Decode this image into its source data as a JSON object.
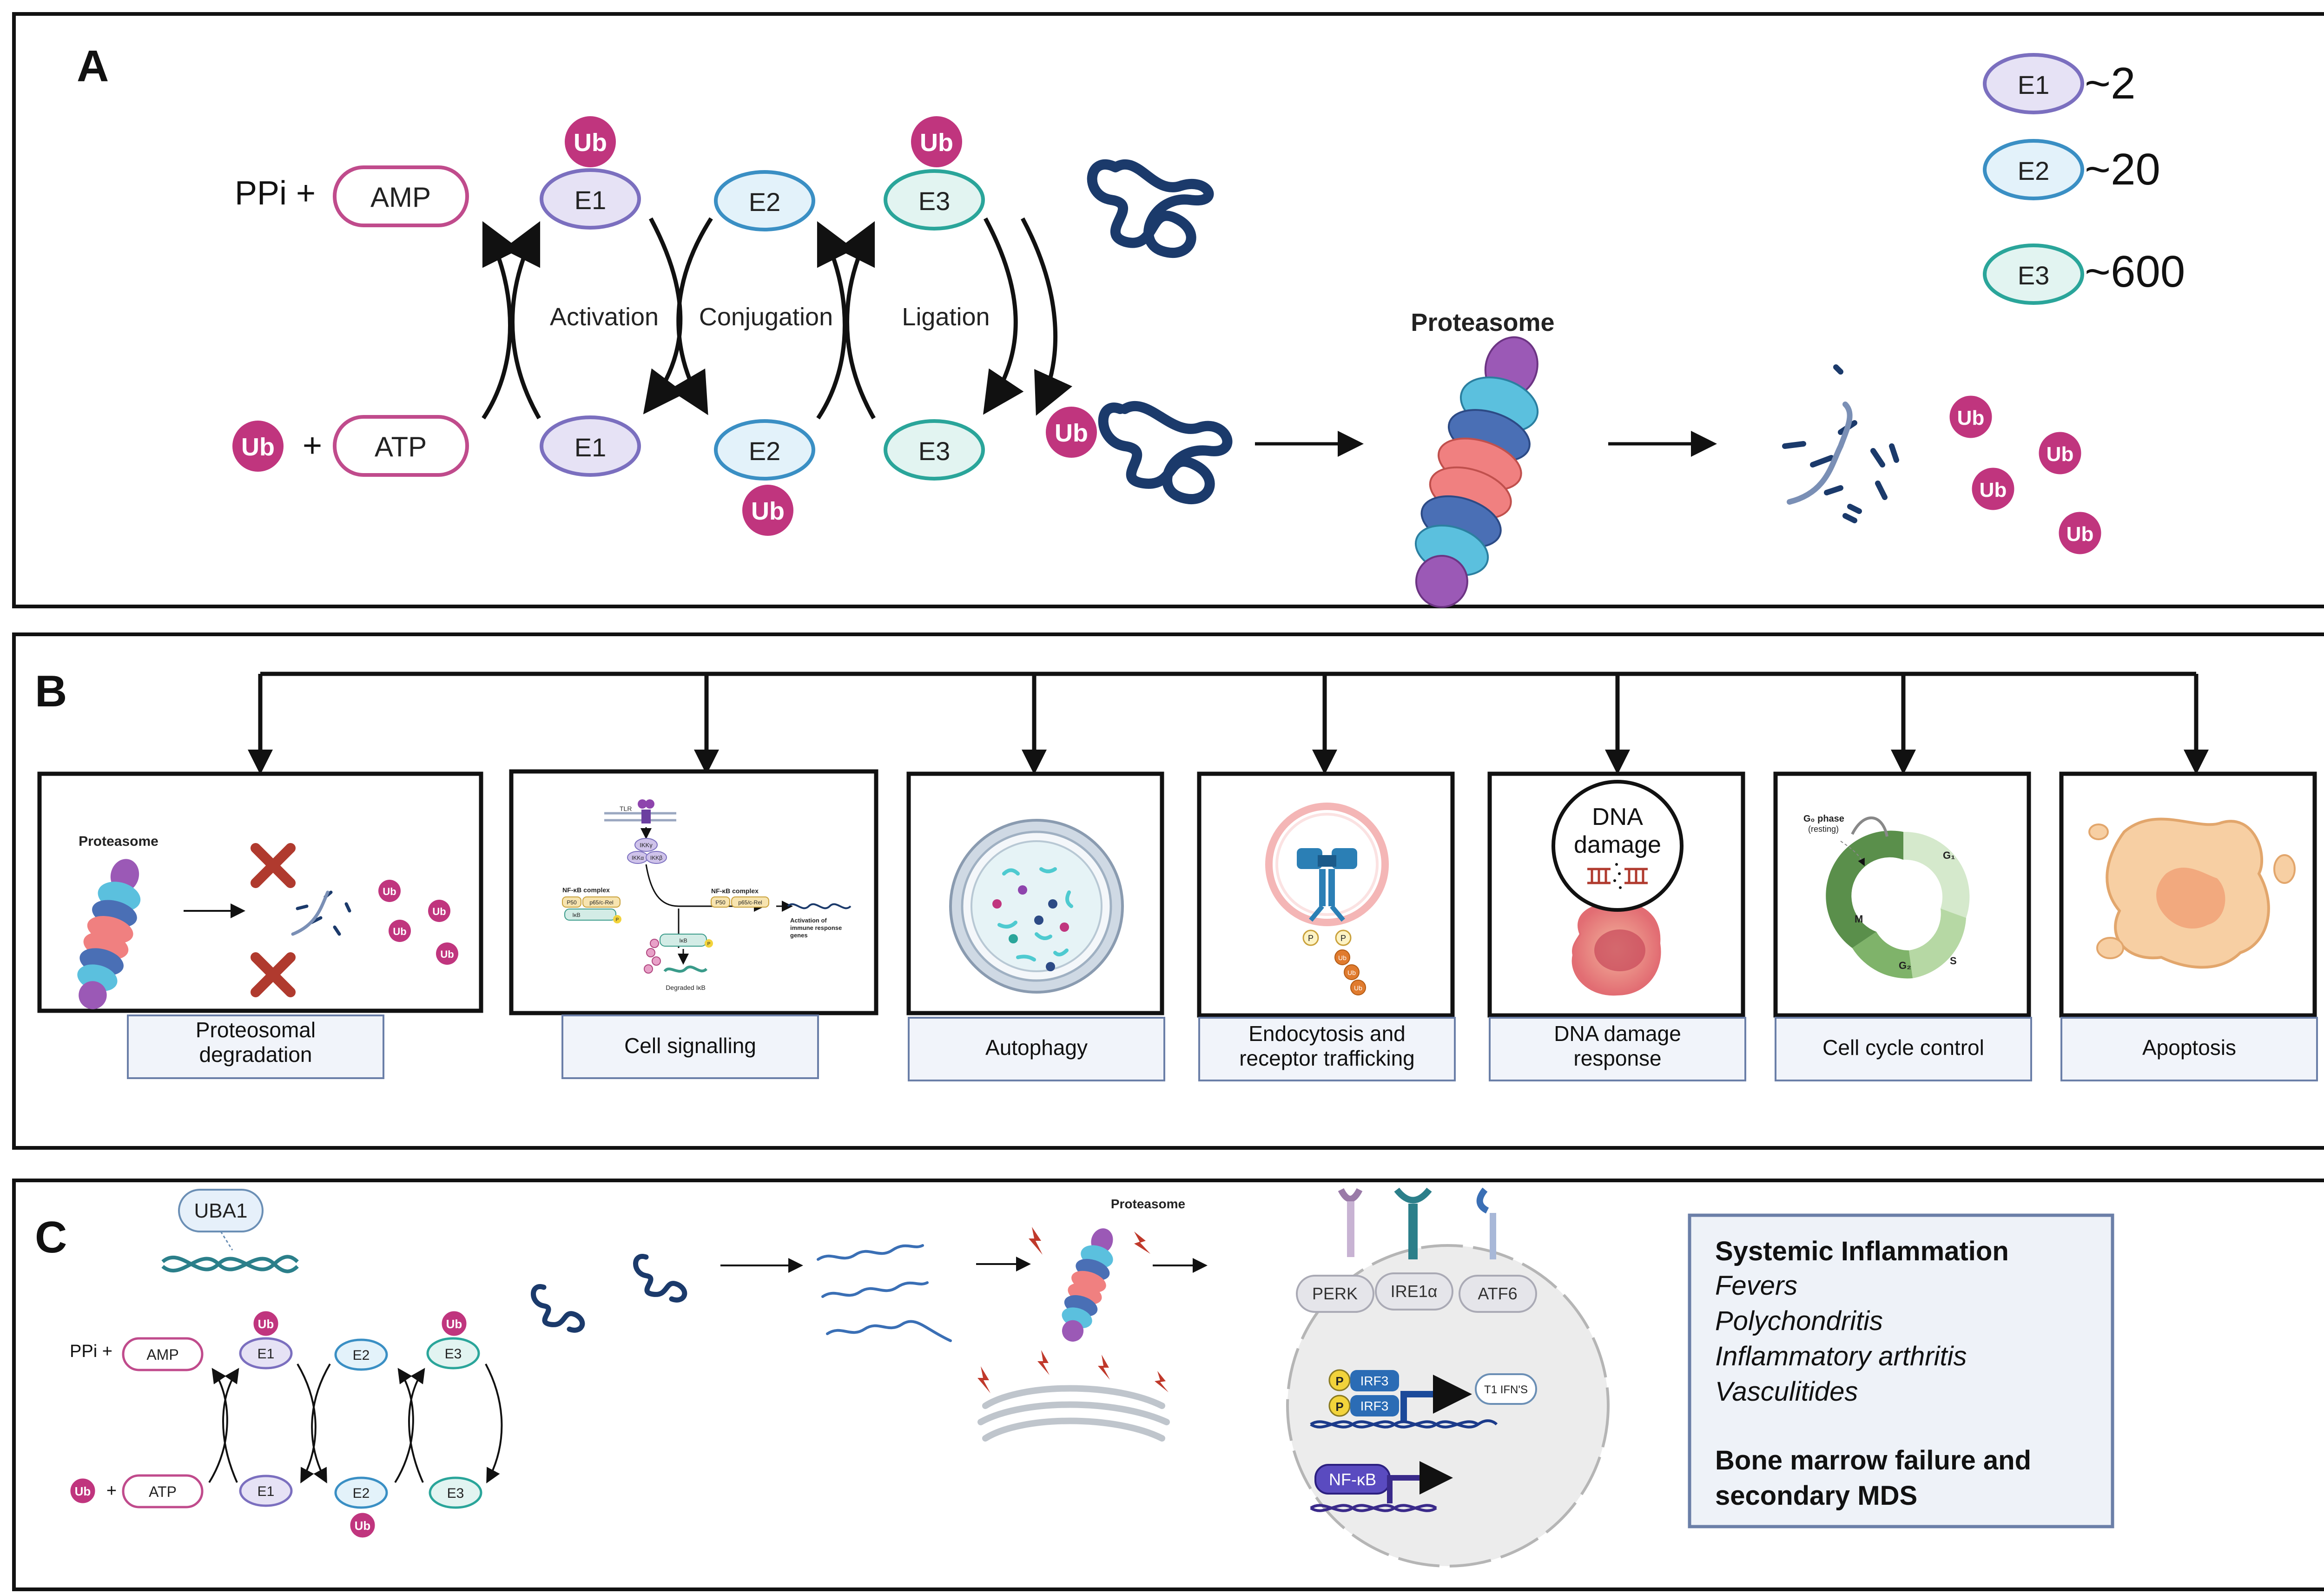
{
  "panel_a": {
    "letter": "A",
    "ppi": "PPi +",
    "amp": "AMP",
    "ub": "Ub",
    "plus": "+",
    "atp": "ATP",
    "e1": "E1",
    "e2": "E2",
    "e3": "E3",
    "activation": "Activation",
    "conjugation": "Conjugation",
    "ligation": "Ligation",
    "proteasome": "Proteasome",
    "legend": [
      {
        "enzyme": "E1",
        "count": "~2"
      },
      {
        "enzyme": "E2",
        "count": "~20"
      },
      {
        "enzyme": "E3",
        "count": "~600"
      }
    ]
  },
  "panel_b": {
    "letter": "B",
    "proteasome_small": "Proteasome",
    "ub": "Ub",
    "labels": [
      [
        "Proteosomal",
        "degradation"
      ],
      [
        "Cell signalling"
      ],
      [
        "Autophagy"
      ],
      [
        "Endocytosis and",
        "receptor trafficking"
      ],
      [
        "DNA damage",
        "response"
      ],
      [
        "Cell cycle control"
      ],
      [
        "Apoptosis"
      ]
    ],
    "signalling": {
      "tlr": "TLR",
      "ikkg": "IKKγ",
      "ikka": "IKKα",
      "ikkb": "IKKβ",
      "nfkb_complex_left": "NF-κB complex",
      "nfkb_complex_right": "NF-κB complex",
      "p50": "P50",
      "p65": "p65/c-Rel",
      "ikb": "IκB",
      "p": "P",
      "activation": [
        "Activation of",
        "immune response",
        "genes"
      ],
      "degraded": "Degraded IκB"
    },
    "endocytosis": {
      "p": "P",
      "ub": "Ub"
    },
    "dna_callout": [
      "DNA",
      "damage"
    ],
    "cell_cycle": {
      "g0": "G₀ phase",
      "resting": "(resting)",
      "g1": "G₁",
      "s": "S",
      "g2": "G₂",
      "m": "M"
    }
  },
  "panel_c": {
    "letter": "C",
    "uba1": "UBA1",
    "ppi": "PPi +",
    "amp": "AMP",
    "atp": "ATP",
    "ub": "Ub",
    "plus": "+",
    "e1": "E1",
    "e2": "E2",
    "e3": "E3",
    "proteasome": "Proteasome",
    "perk": "PERK",
    "ire1a": "IRE1α",
    "atf6": "ATF6",
    "p": "P",
    "irf3": "IRF3",
    "t1ifns": "T1 IFN'S",
    "nfkb": "NF-κB",
    "box": {
      "title1": "Systemic Inflammation",
      "items": [
        "Fevers",
        "Polychondritis",
        "Inflammatory arthritis",
        "Vasculitides"
      ],
      "title2": [
        "Bone marrow failure and",
        "secondary MDS"
      ]
    }
  },
  "colors": {
    "ub": "#c0357e",
    "e1": "#7b6fbf",
    "e2": "#3a8fc4",
    "e3": "#2aa59a",
    "amp_atp": "#c04b8c",
    "protein": "#1b3a6b"
  }
}
